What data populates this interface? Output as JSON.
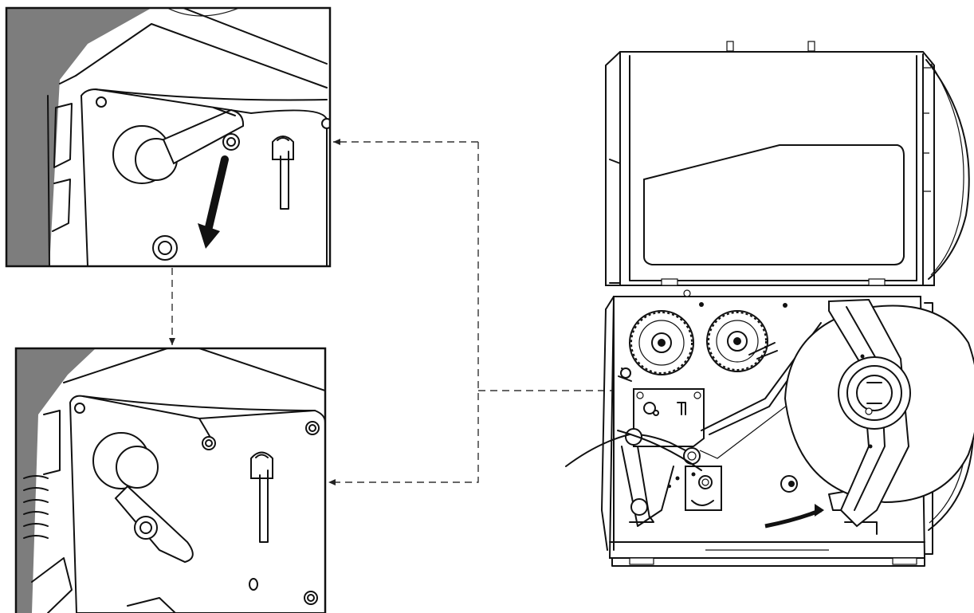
{
  "figure": {
    "panels": [
      {
        "id": "detail-top",
        "depicts": "lever-raised"
      },
      {
        "id": "detail-bottom",
        "depicts": "lever-lowered"
      },
      {
        "id": "printer-overview",
        "depicts": "cover-open"
      }
    ],
    "colors": {
      "line": "#111111",
      "panel_shadow": "#7d7d7d",
      "leader_line": "#333333",
      "background": "#ffffff"
    },
    "icons": [
      "rotate-arrow-icon",
      "arrowhead-icon"
    ]
  }
}
